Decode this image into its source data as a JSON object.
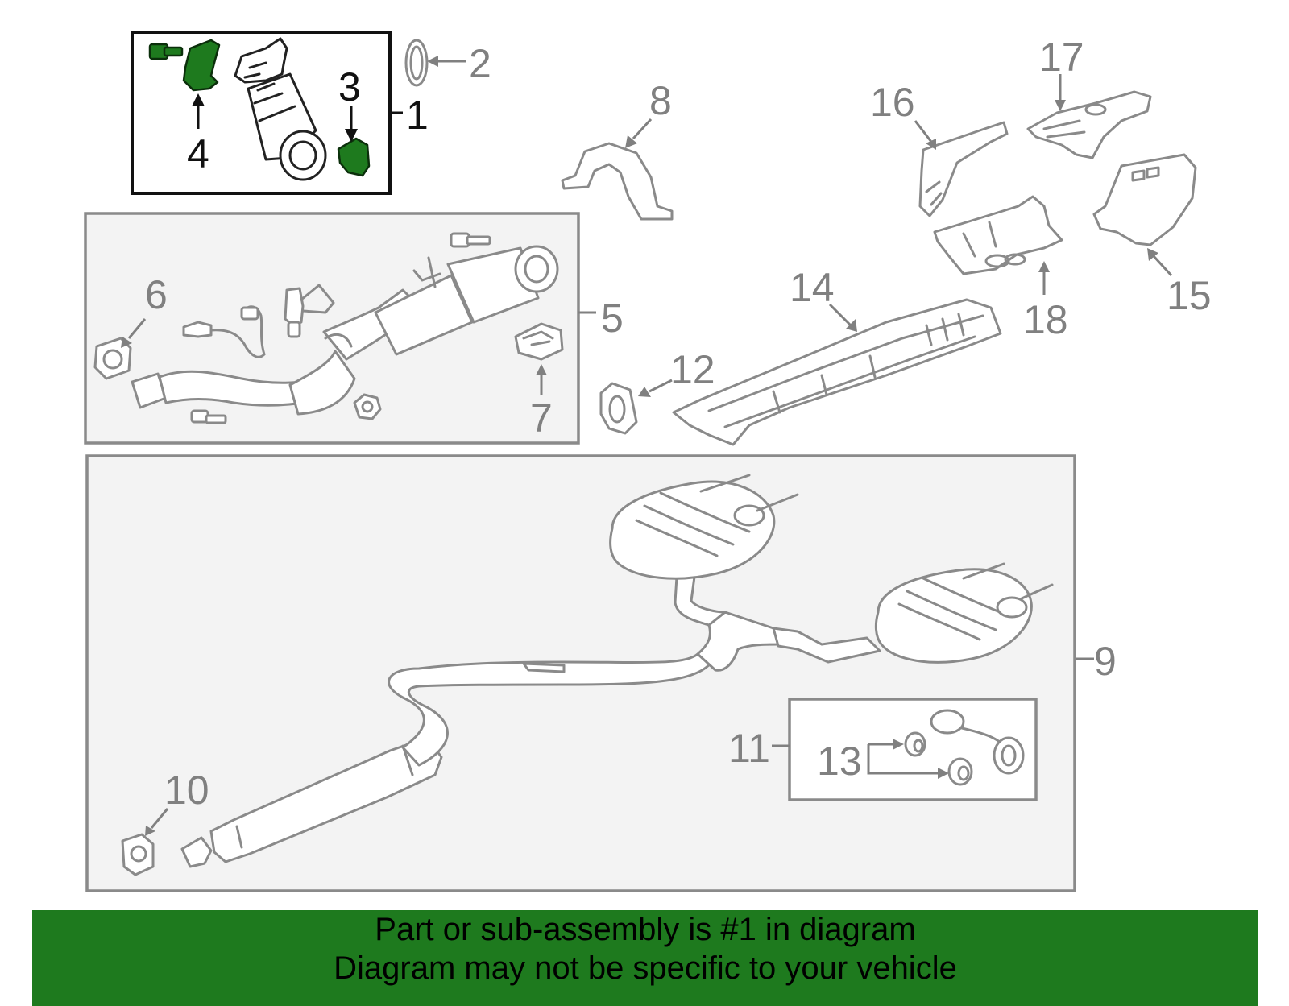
{
  "diagram": {
    "callouts": {
      "c1": "1",
      "c2": "2",
      "c3": "3",
      "c4": "4",
      "c5": "5",
      "c6": "6",
      "c7": "7",
      "c8": "8",
      "c9": "9",
      "c10": "10",
      "c11": "11",
      "c12": "12",
      "c13": "13",
      "c14": "14",
      "c15": "15",
      "c16": "16",
      "c17": "17",
      "c18": "18"
    },
    "highlight_color": "#1e7a1e",
    "line_color": "#8a8a8a"
  },
  "footer": {
    "line1": "Part or sub-assembly is #1 in diagram",
    "line2": "Diagram may not be specific to your vehicle",
    "background": "#1e7a1e"
  }
}
